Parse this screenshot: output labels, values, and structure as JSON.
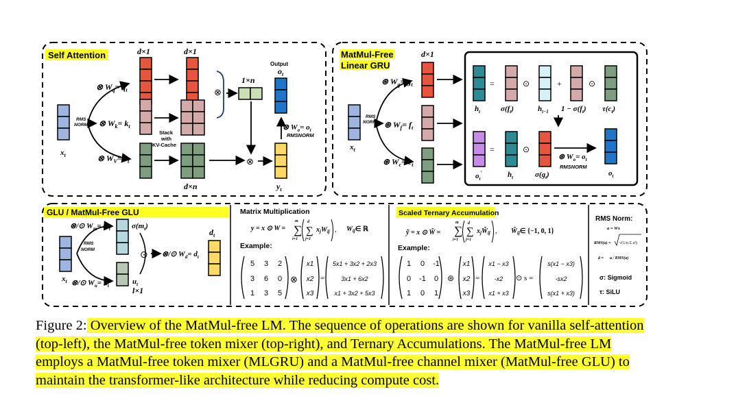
{
  "colors": {
    "highlight": "#ffff22",
    "red": "#e8553e",
    "rose": "#d4a9a9",
    "green": "#7f9e7f",
    "lightgreen": "#c8e0b4",
    "blue": "#9fb4e0",
    "darkblue": "#1f76c9",
    "yellow": "#ffd966",
    "teal": "#2e8a93",
    "lightcyan": "#d8f1f7",
    "purple": "#c58ce8",
    "lightblue": "#b7d7df",
    "dimgreen": "#b7c9b4"
  },
  "self_attention": {
    "title": "Self Attention",
    "dim_top_left": "d×1",
    "dim_top_right": "d×1",
    "q_label": "⊗ W",
    "q_sub": "q",
    "q_eq": "= q",
    "q_eq_sub": "t",
    "k_label": "⊗ W",
    "k_sub": "k",
    "k_eq": "= k",
    "k_eq_sub": "t",
    "v_label": "⊗ W",
    "v_sub": "V",
    "v_eq": "= v",
    "v_eq_sub": "t",
    "rms_line1": "RMS",
    "rms_line2": "NORM",
    "x_label": "x",
    "x_sub": "t",
    "stack_line1": "Stack",
    "stack_line2": "with",
    "stack_line3": "KV-Cache",
    "one_by_n": "1×n",
    "d_by_n": "d×n",
    "output_label": "Output",
    "o_label": "o",
    "o_sub": "t",
    "wo_label": "⊗ W",
    "wo_sub": "o",
    "wo_eq": "= o",
    "wo_eq_sub": "t",
    "rmsnorm": "RMSNORM",
    "y_label": "y",
    "y_sub": "t",
    "otimes": "⊗"
  },
  "mlgru": {
    "title_line1": "MatMul-Free",
    "title_line2": "Linear GRU",
    "dim": "d×1",
    "g_label": "⊛ W",
    "g_sub": "g",
    "g_eq": "= g",
    "g_eq_sub": "t",
    "f_label": "⊛ W",
    "f_sub": "f",
    "f_eq": "= f",
    "f_eq_sub": "t",
    "c_label": "⊛ W",
    "c_sub": "c",
    "c_eq": "= c",
    "c_eq_sub": "t",
    "rms_line1": "RMS",
    "rms_line2": "NORM",
    "x_label": "x",
    "x_sub": "t",
    "h_t": "h",
    "h_t_sub": "t",
    "sigma_f": "σ(f",
    "sigma_f_sub": "t",
    "sigma_f_close": ")",
    "h_tm1": "h",
    "h_tm1_sub": "t−1",
    "one_minus": "1 − σ(f",
    "one_minus_sub": "t",
    "one_minus_close": ")",
    "tau_c": "τ(c",
    "tau_c_sub": "t",
    "tau_c_close": ")",
    "eq": "=",
    "odot": "⊙",
    "plus": "+",
    "o_prime": "o",
    "o_prime_sub": "t",
    "o_prime_sup": "′",
    "h_t2": "h",
    "h_t2_sub": "t",
    "sigma_g": "σ(g",
    "sigma_g_sub": "t",
    "sigma_g_close": ")",
    "wo_label": "⊛ W",
    "wo_sub": "o",
    "wo_eq": "= o",
    "wo_eq_sub": "t",
    "rmsnorm": "RMSNORM",
    "o_t": "o",
    "o_t_sub": "t"
  },
  "glu": {
    "title": "GLU / MatMul-Free GLU",
    "wm_label": "⊗/⊙ W",
    "wm_sub": "m",
    "wm_eq": "= m",
    "wm_eq_sub": "t",
    "wu_label": "⊗/⊙ W",
    "wu_sub": "u",
    "wu_eq": "= u",
    "wu_eq_sub": "t",
    "sigma_m": "σ(m",
    "sigma_m_sub": "t",
    "sigma_m_close": ")",
    "u_t": "u",
    "u_t_sub": "t",
    "l_by_1": "l×1",
    "odot": "⊙",
    "wd_label": "⊗/⊙ W",
    "wd_sub": "d",
    "wd_eq": "= d",
    "wd_eq_sub": "t",
    "d_t": "d",
    "d_t_sub": "t",
    "rms_line1": "RMS",
    "rms_line2": "NORM",
    "x_label": "x",
    "x_sub": "t"
  },
  "matmul": {
    "title": "Matrix Multiplication",
    "formula_lhs": "y = x ⊙ W =",
    "formula_sum_top_outer": "m",
    "formula_sum_bot_outer": "i=1",
    "formula_sum_top_inner": "d",
    "formula_sum_bot_inner": "j=1",
    "formula_term": "x",
    "formula_term_sub": "j",
    "formula_w": "W",
    "formula_w_sub": "ij",
    "formula_domain": "W",
    "formula_domain_sub": "ij",
    "formula_domain_set": "∈ ℝ",
    "example_label": "Example:",
    "matrix": [
      [
        "5",
        "3",
        "2"
      ],
      [
        "3",
        "6",
        "0"
      ],
      [
        "1",
        "3",
        "5"
      ]
    ],
    "vector": [
      "x1",
      "x2",
      "x3"
    ],
    "result": [
      "5x1 + 3x2 + 2x3",
      "3x1 + 6x2",
      "x1 + 3x2 + 5x3"
    ],
    "otimes": "⊗",
    "eq": "="
  },
  "ternary": {
    "title": "Scaled Ternary Accumulation",
    "formula_lhs": "ỹ = x ⊙ W̃ =",
    "formula_sum_top_outer": "m",
    "formula_sum_bot_outer": "i=1",
    "formula_sum_top_inner": "d",
    "formula_sum_bot_inner": "j=1",
    "formula_term": "x",
    "formula_term_sub": "j",
    "formula_w": "W̃",
    "formula_w_sub": "ij",
    "formula_domain": "W̃",
    "formula_domain_sub": "ij",
    "formula_domain_set": "∈ {−1, 0, 1}",
    "example_label": "Example:",
    "matrix": [
      [
        "1",
        "0",
        "-1"
      ],
      [
        "0",
        "-1",
        "0"
      ],
      [
        "1",
        "0",
        "1"
      ]
    ],
    "vector": [
      "x1",
      "x2",
      "x3"
    ],
    "result": [
      "x1 − x3",
      "-x2",
      "x1 + x3"
    ],
    "scaled": [
      "s(x1 − x3)",
      "-sx2",
      "s(x1 + x3)"
    ],
    "circledast": "⊛",
    "eq": "=",
    "odot_s": "⊙ s =",
    "eq2": "="
  },
  "rms_panel": {
    "title": "RMS Norm:",
    "line1": "a = Wx",
    "line2_lhs": "RMS(a) =",
    "line2_rhs": "√(1/n Σ a²)",
    "line3_lhs": "ā =",
    "line3_rhs": "a / RMS(a)",
    "sigma_line": "σ:  Sigmoid",
    "tau_line": "τ:  SiLU"
  },
  "caption": {
    "prefix": "Figure 2:",
    "text": " Overview of the MatMul-free LM. The sequence of operations are shown for vanilla self-attention (top-left), the MatMul-free token mixer (top-right), and Ternary Accumulations. The MatMul-free LM employs a MatMul-free token mixer (MLGRU) and a MatMul-free channel mixer (MatMul-free GLU) to maintain the transformer-like architecture while reducing compute cost."
  }
}
